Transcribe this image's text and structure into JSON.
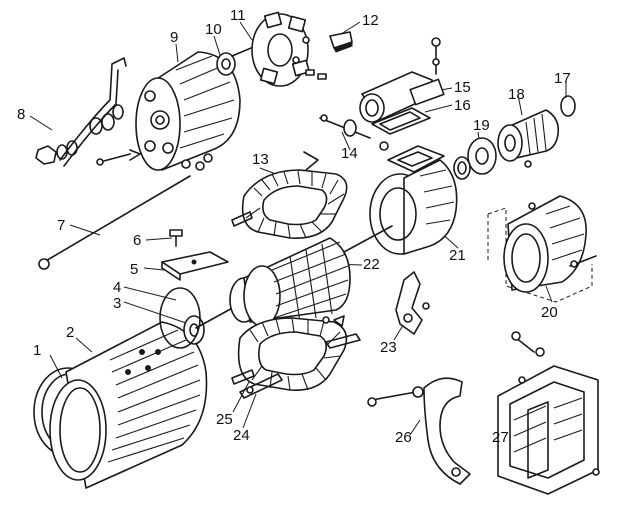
{
  "parts": [
    {
      "id": "part-1",
      "label": "1"
    },
    {
      "id": "part-2",
      "label": "2"
    },
    {
      "id": "part-3",
      "label": "3"
    },
    {
      "id": "part-4",
      "label": "4"
    },
    {
      "id": "part-5",
      "label": "5"
    },
    {
      "id": "part-6",
      "label": "6"
    },
    {
      "id": "part-7",
      "label": "7"
    },
    {
      "id": "part-8",
      "label": "8"
    },
    {
      "id": "part-9",
      "label": "9"
    },
    {
      "id": "part-10",
      "label": "10"
    },
    {
      "id": "part-11",
      "label": "11"
    },
    {
      "id": "part-12",
      "label": "12"
    },
    {
      "id": "part-13",
      "label": "13"
    },
    {
      "id": "part-14",
      "label": "14"
    },
    {
      "id": "part-15",
      "label": "15"
    },
    {
      "id": "part-16",
      "label": "16"
    },
    {
      "id": "part-17",
      "label": "17"
    },
    {
      "id": "part-18",
      "label": "18"
    },
    {
      "id": "part-19",
      "label": "19"
    },
    {
      "id": "part-20",
      "label": "20"
    },
    {
      "id": "part-21",
      "label": "21"
    },
    {
      "id": "part-22",
      "label": "22"
    },
    {
      "id": "part-23",
      "label": "23"
    },
    {
      "id": "part-24",
      "label": "24"
    },
    {
      "id": "part-25",
      "label": "25"
    },
    {
      "id": "part-26",
      "label": "26"
    },
    {
      "id": "part-27",
      "label": "27"
    }
  ]
}
